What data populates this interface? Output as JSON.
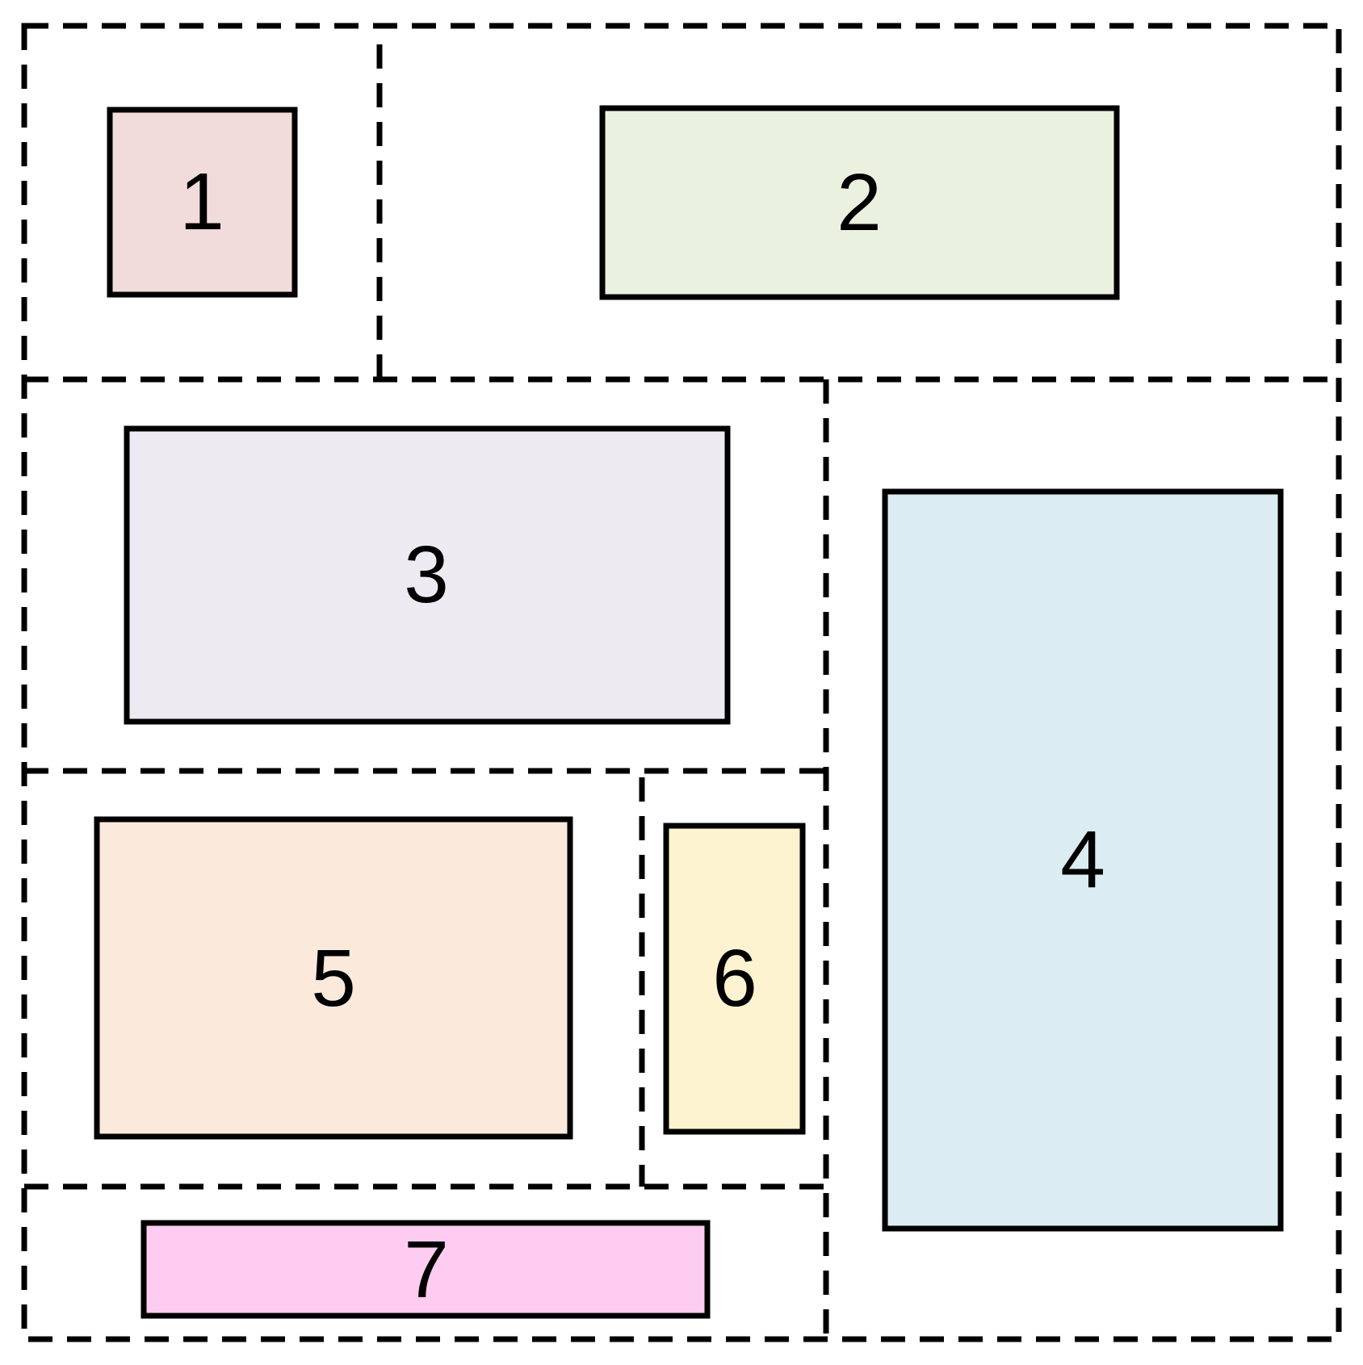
{
  "diagram": {
    "boxes": [
      {
        "id": "box-1",
        "label": "1",
        "fill": "#F1DCDB"
      },
      {
        "id": "box-2",
        "label": "2",
        "fill": "#EBF1DF"
      },
      {
        "id": "box-3",
        "label": "3",
        "fill": "#EDEBF1"
      },
      {
        "id": "box-4",
        "label": "4",
        "fill": "#DBEDF2"
      },
      {
        "id": "box-5",
        "label": "5",
        "fill": "#FBEADB"
      },
      {
        "id": "box-6",
        "label": "6",
        "fill": "#FEF3D0"
      },
      {
        "id": "box-7",
        "label": "7",
        "fill": "#FDCCF0"
      }
    ],
    "stroke_color": "#000000",
    "background": "#FFFFFF"
  }
}
